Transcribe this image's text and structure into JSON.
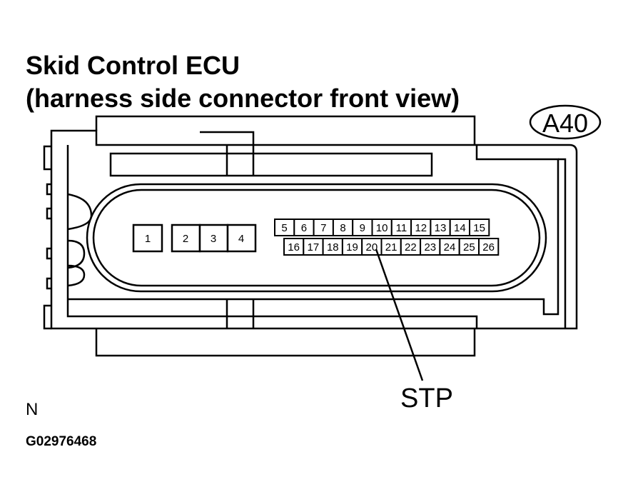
{
  "title_line1": "Skid Control ECU",
  "title_line2": "(harness side connector front view)",
  "connector_id": "A40",
  "callout_label": "STP",
  "callout_pin": "20",
  "north_label": "N",
  "figure_id": "G02976468",
  "pins_large": [
    "1",
    "2",
    "3",
    "4"
  ],
  "pins_top_row": [
    "5",
    "6",
    "7",
    "8",
    "9",
    "10",
    "11",
    "12",
    "13",
    "14",
    "15"
  ],
  "pins_bottom_row": [
    "16",
    "17",
    "18",
    "19",
    "20",
    "21",
    "22",
    "23",
    "24",
    "25",
    "26"
  ]
}
